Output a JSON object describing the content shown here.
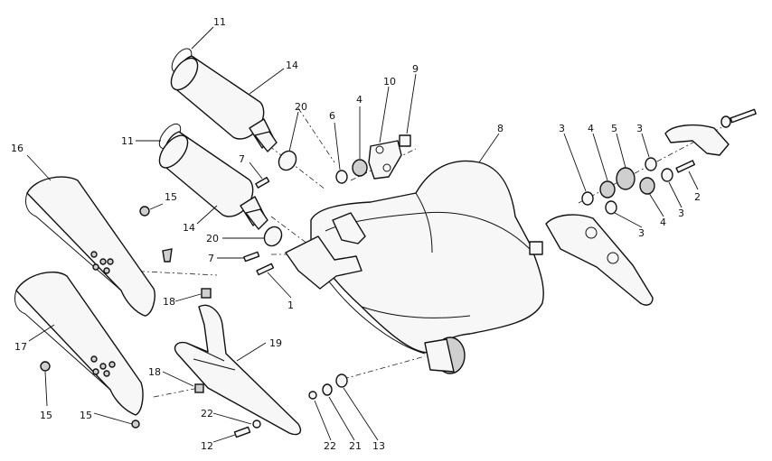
{
  "callouts": [
    {
      "id": "c11a",
      "text": "11"
    },
    {
      "id": "c14a",
      "text": "14"
    },
    {
      "id": "c20a",
      "text": "20"
    },
    {
      "id": "c7a",
      "text": "7"
    },
    {
      "id": "c11b",
      "text": "11"
    },
    {
      "id": "c14b",
      "text": "14"
    },
    {
      "id": "c20b",
      "text": "20"
    },
    {
      "id": "c7b",
      "text": "7"
    },
    {
      "id": "c16",
      "text": "16"
    },
    {
      "id": "c15a",
      "text": "15"
    },
    {
      "id": "c1",
      "text": "1"
    },
    {
      "id": "c18a",
      "text": "18"
    },
    {
      "id": "c17",
      "text": "17"
    },
    {
      "id": "c19",
      "text": "19"
    },
    {
      "id": "c18b",
      "text": "18"
    },
    {
      "id": "c15b",
      "text": "15"
    },
    {
      "id": "c15c",
      "text": "15"
    },
    {
      "id": "c22a",
      "text": "22"
    },
    {
      "id": "c12",
      "text": "12"
    },
    {
      "id": "c22b",
      "text": "22"
    },
    {
      "id": "c21",
      "text": "21"
    },
    {
      "id": "c13",
      "text": "13"
    },
    {
      "id": "c6",
      "text": "6"
    },
    {
      "id": "c4a",
      "text": "4"
    },
    {
      "id": "c10",
      "text": "10"
    },
    {
      "id": "c9",
      "text": "9"
    },
    {
      "id": "c8",
      "text": "8"
    },
    {
      "id": "c3a",
      "text": "3"
    },
    {
      "id": "c4b",
      "text": "4"
    },
    {
      "id": "c5",
      "text": "5"
    },
    {
      "id": "c3b",
      "text": "3"
    },
    {
      "id": "c3c",
      "text": "3"
    },
    {
      "id": "c4c",
      "text": "4"
    },
    {
      "id": "c3d",
      "text": "3"
    },
    {
      "id": "c2",
      "text": "2"
    }
  ]
}
